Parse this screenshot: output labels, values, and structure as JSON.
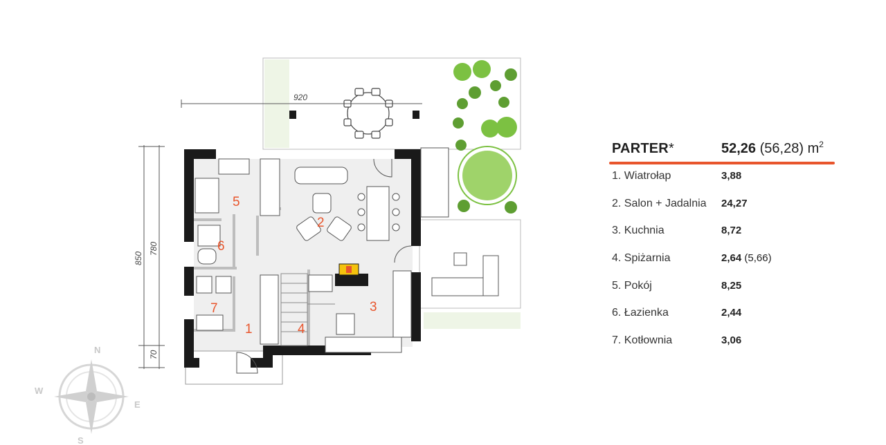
{
  "summary": {
    "title": "PARTER",
    "title_mark": "*",
    "area": "52,26",
    "area_total": "(56,28)",
    "unit": "m",
    "unit_exponent": "2"
  },
  "rooms": [
    {
      "name": "1. Wiatrołap",
      "area": "3,88",
      "extra": ""
    },
    {
      "name": "2. Salon + Jadalnia",
      "area": "24,27",
      "extra": ""
    },
    {
      "name": "3. Kuchnia",
      "area": "8,72",
      "extra": ""
    },
    {
      "name": "4. Spiżarnia",
      "area": "2,64",
      "extra": "(5,66)"
    },
    {
      "name": "5. Pokój",
      "area": "8,25",
      "extra": ""
    },
    {
      "name": "6. Łazienka",
      "area": "2,44",
      "extra": ""
    },
    {
      "name": "7. Kotłownia",
      "area": "3,06",
      "extra": ""
    }
  ],
  "plan": {
    "dimensions": {
      "width_top": "920",
      "height_outer": "850",
      "height_inner": "780",
      "height_porch": "70"
    },
    "room_numbers": [
      "1",
      "2",
      "3",
      "4",
      "5",
      "6",
      "7"
    ],
    "compass": {
      "north": "N",
      "west": "W",
      "east": "E",
      "south": "S"
    }
  },
  "colors": {
    "accent": "#e8552c",
    "wall": "#1a1a1a",
    "floor": "#efefef",
    "plant": "#7cc142"
  }
}
